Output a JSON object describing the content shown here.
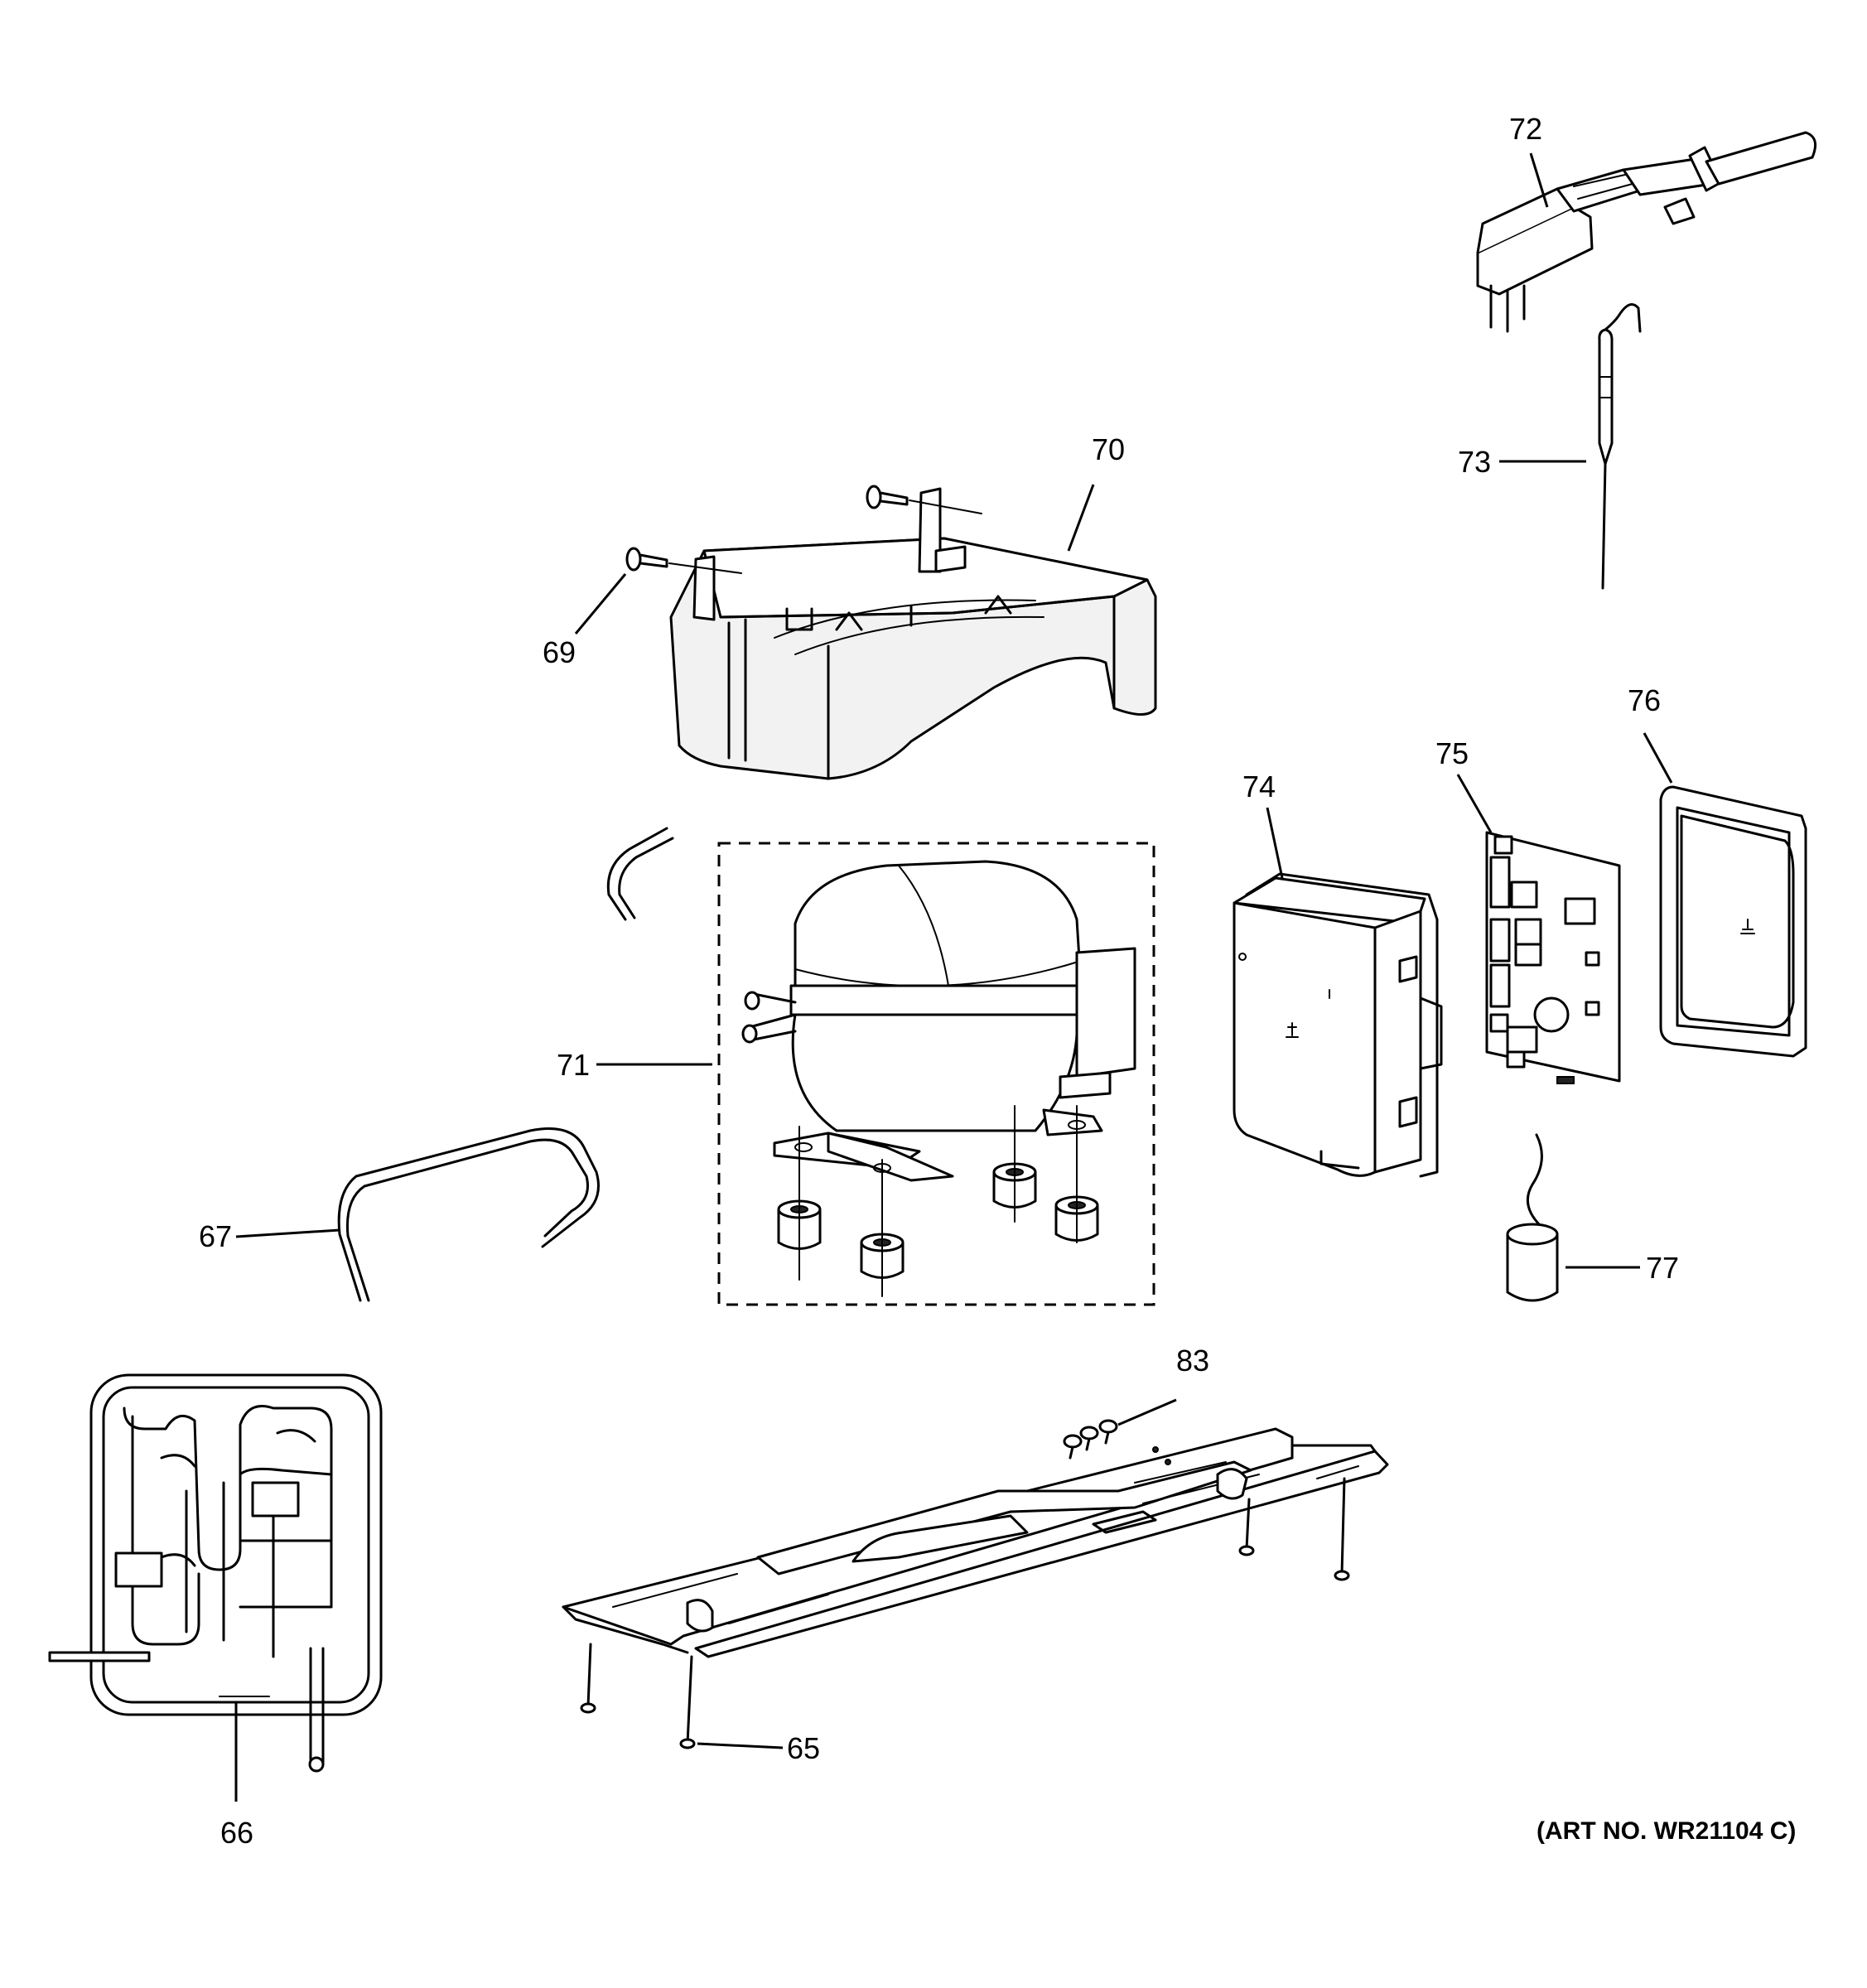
{
  "callouts": {
    "c65": "65",
    "c66": "66",
    "c67": "67",
    "c69": "69",
    "c70": "70",
    "c71": "71",
    "c72": "72",
    "c73": "73",
    "c74": "74",
    "c75": "75",
    "c76": "76",
    "c77": "77",
    "c83": "83"
  },
  "art_number": "(ART NO. WR21104 C)"
}
